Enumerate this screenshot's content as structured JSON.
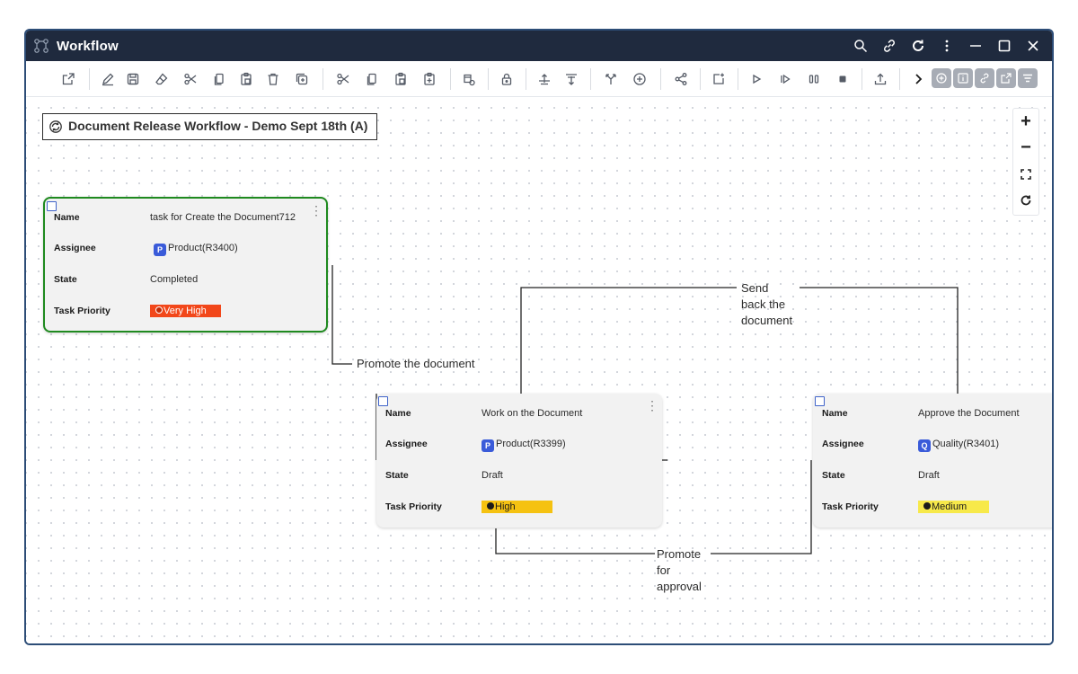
{
  "window": {
    "title": "Workflow",
    "title_actions": [
      {
        "name": "search-icon"
      },
      {
        "name": "link-icon"
      },
      {
        "name": "refresh-icon"
      },
      {
        "name": "more-vertical-icon"
      },
      {
        "name": "minimize-icon"
      },
      {
        "name": "maximize-icon"
      },
      {
        "name": "close-icon"
      }
    ]
  },
  "toolbar": {
    "groups": [
      [
        "open-external-icon"
      ],
      [
        "edit-icon",
        "save-icon",
        "eraser-icon",
        "cut-icon",
        "copy-icon",
        "paste-icon",
        "delete-icon",
        "duplicate-icon"
      ],
      [
        "cut-alt-icon",
        "copy-alt-icon",
        "paste-alt-icon",
        "clipboard-icon"
      ],
      [
        "database-add-icon"
      ],
      [
        "lock-icon"
      ],
      [
        "align-top-icon",
        "align-bottom-icon"
      ],
      [
        "branch-icon",
        "add-circle-icon"
      ],
      [
        "share-icon"
      ],
      [
        "add-frame-icon"
      ],
      [
        "play-icon",
        "step-icon",
        "pause-icon",
        "stop-icon"
      ],
      [
        "upload-icon"
      ],
      [
        "chevron-right-icon"
      ]
    ],
    "extra_buttons": [
      "add-node-icon",
      "info-icon",
      "link-box-icon",
      "export-icon",
      "filter-icon"
    ],
    "extra_color": "#a7acb5"
  },
  "canvas": {
    "workflow_title": "Document Release Workflow - Demo Sept 18th  (A)",
    "zoom_controls": [
      "zoom-in-icon",
      "zoom-out-icon",
      "fit-screen-icon",
      "reset-view-icon"
    ]
  },
  "tasks": [
    {
      "id": "create",
      "selected": true,
      "name_label": "Name",
      "name": "task for Create the Document712",
      "assignee_label": "Assignee",
      "assignee_badge": "P",
      "assignee": "Product(R3400)",
      "state_label": "State",
      "state": "Completed",
      "priority_label": "Task Priority",
      "priority": "Very High",
      "priority_color": "#f2471a",
      "priority_text_color": "#ffffff"
    },
    {
      "id": "work",
      "selected": false,
      "name_label": "Name",
      "name": "Work on the Document",
      "assignee_label": "Assignee",
      "assignee_badge": "P",
      "assignee": "Product(R3399)",
      "state_label": "State",
      "state": "Draft",
      "priority_label": "Task Priority",
      "priority": "High",
      "priority_color": "#f5c211",
      "priority_text_color": "#1a1a1a"
    },
    {
      "id": "approve",
      "selected": false,
      "name_label": "Name",
      "name": "Approve the Document",
      "assignee_label": "Assignee",
      "assignee_badge": "Q",
      "assignee": "Quality(R3401)",
      "state_label": "State",
      "state": "Draft",
      "priority_label": "Task Priority",
      "priority": "Medium",
      "priority_color": "#f7e94a",
      "priority_text_color": "#1a1a1a"
    }
  ],
  "edges": {
    "promote_document": "Promote the document",
    "send_back": [
      "Send",
      "back the",
      "document"
    ],
    "promote_approval": [
      "Promote",
      "for",
      "approval"
    ]
  },
  "colors": {
    "titlebar": "#1f2a3e",
    "window_border": "#2d4d77",
    "selected_border": "#1f8a1f",
    "badge": "#3a5bd9"
  }
}
